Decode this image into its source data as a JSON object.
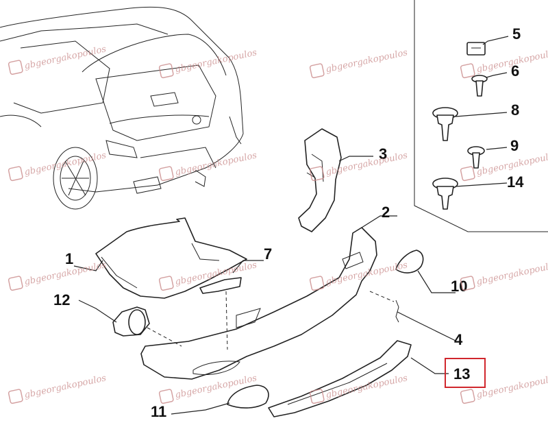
{
  "diagram": {
    "callouts": [
      "1",
      "2",
      "3",
      "4",
      "5",
      "6",
      "7",
      "8",
      "9",
      "10",
      "11",
      "12",
      "13",
      "14"
    ],
    "highlighted_callout": "13",
    "highlight_color": "#d0262c",
    "watermark_text": "gbgeorgakopoulos",
    "watermark_color": "#c98a8a"
  }
}
